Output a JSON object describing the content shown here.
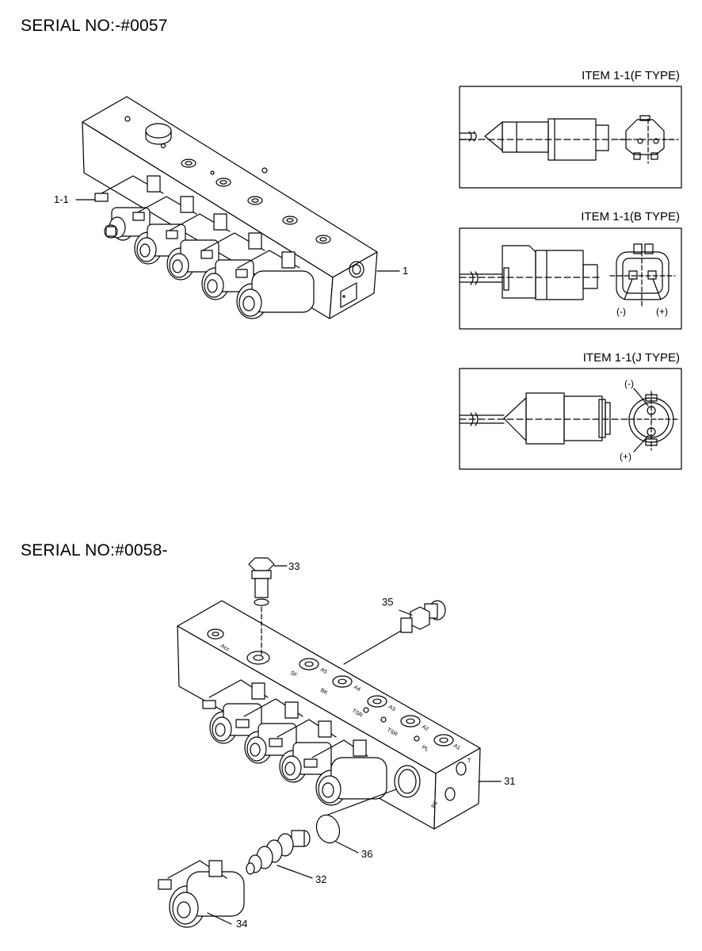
{
  "serial_top": "SERIAL NO:-#0057",
  "serial_bottom": "SERIAL NO:#0058-",
  "items": {
    "f_type": "ITEM 1-1(F  TYPE)",
    "b_type": "ITEM 1-1(B  TYPE)",
    "j_type": "ITEM 1-1(J  TYPE)"
  },
  "b_type_minus": "(-)",
  "b_type_plus": "(+)",
  "j_type_minus": "(-)",
  "j_type_plus": "(+)",
  "callouts": {
    "c1_1": "1-1",
    "c1": "1",
    "c31": "31",
    "c32": "32",
    "c33": "33",
    "c34": "34",
    "c35": "35",
    "c36": "36"
  },
  "port_labels": {
    "acc": "Acc",
    "a5": "A5",
    "sf": "SF",
    "a4": "A4",
    "bk": "BK",
    "a3": "A3",
    "tsr1": "TSR",
    "a2": "A2",
    "tsr2": "TSR",
    "a1": "A1",
    "pl": "PL",
    "t": "T",
    "p1": "P1"
  }
}
